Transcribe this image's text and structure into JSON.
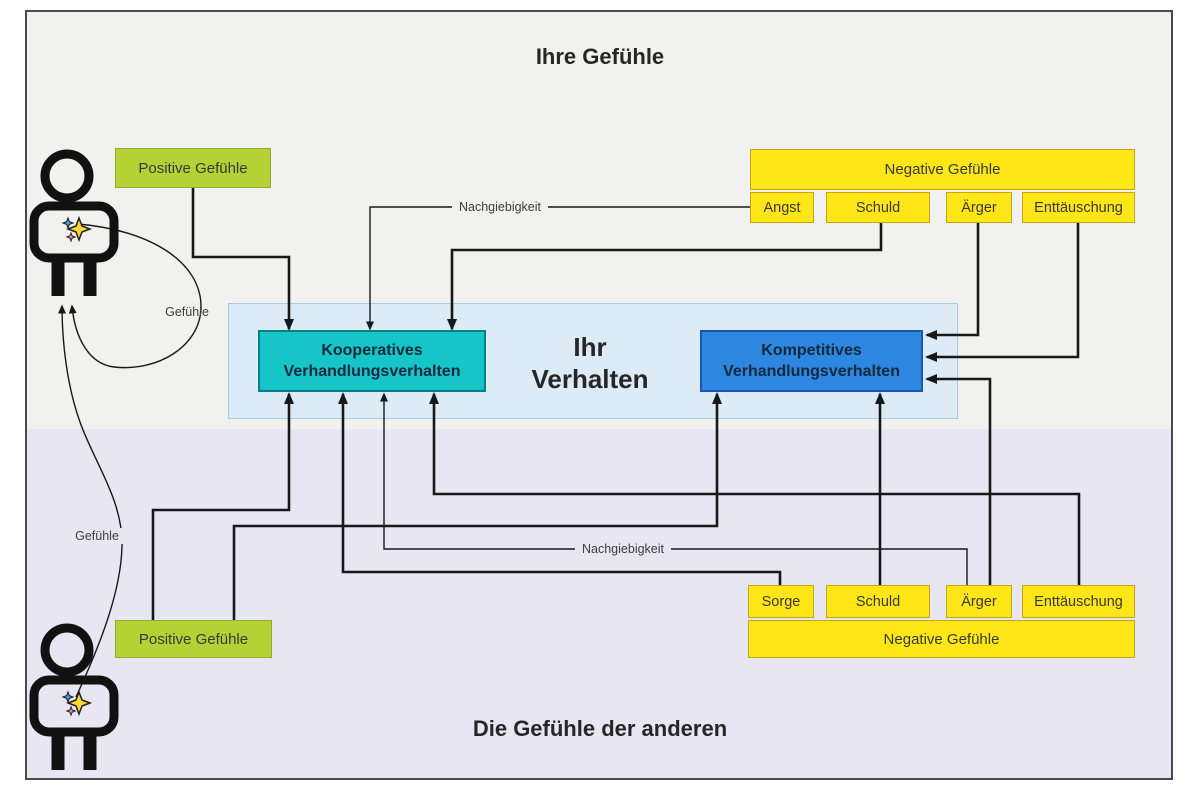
{
  "frame": {
    "top_section_title": "Ihre Gefühle",
    "bottom_section_title": "Die Gefühle der anderen"
  },
  "behavior": {
    "title_line1": "Ihr",
    "title_line2": "Verhalten",
    "cooperative_line1": "Kooperatives",
    "cooperative_line2": "Verhandlungsverhalten",
    "competitive_line1": "Kompetitives",
    "competitive_line2": "Verhandlungsverhalten"
  },
  "your_feelings": {
    "positive": "Positive Gefühle",
    "negative": "Negative Gefühle",
    "negative_items": [
      "Angst",
      "Schuld",
      "Ärger",
      "Enttäuschung"
    ]
  },
  "others_feelings": {
    "positive": "Positive Gefühle",
    "negative": "Negative Gefühle",
    "negative_items": [
      "Sorge",
      "Schuld",
      "Ärger",
      "Enttäuschung"
    ]
  },
  "edge_labels": {
    "yielding_top": "Nachgiebigkeit",
    "yielding_bottom": "Nachgiebigkeit",
    "feelings_self": "Gefühle",
    "feelings_other": "Gefühle"
  },
  "icons": {
    "person_self": "person-icon",
    "person_other": "person-icon",
    "sparkles": "sparkles-icon"
  },
  "theme": {
    "colors": {
      "top_section_bg": "#f1f1ef",
      "bottom_section_bg": "#e8e6f3",
      "frame_border": "#4a4a4a",
      "positive_fill": "#b4d234",
      "positive_border": "#94ad27",
      "negative_fill": "#ffe617",
      "negative_border": "#c7a516",
      "cooperative_fill": "#16c5c7",
      "cooperative_border": "#0b7e85",
      "competitive_fill": "#2d86e0",
      "competitive_border": "#1c55b0",
      "behavior_container_fill": "#dcebf6",
      "behavior_container_border": "#a8cade",
      "line_color": "#181818",
      "text_color": "#383838",
      "heading_color": "#262626"
    }
  }
}
